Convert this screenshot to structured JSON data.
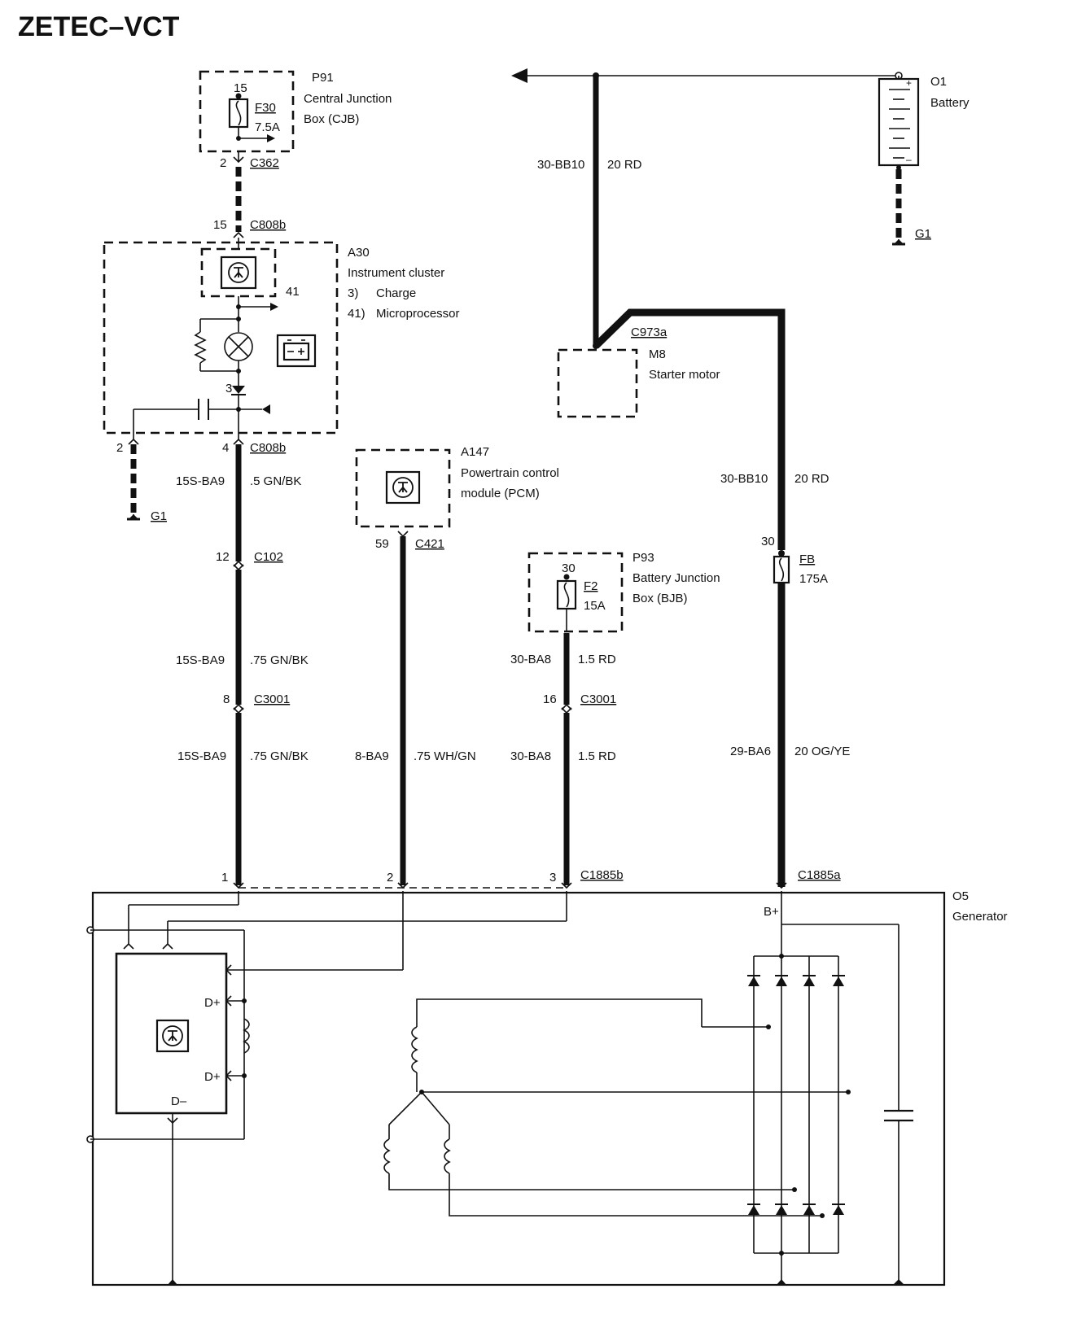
{
  "title": "ZETEC–VCT",
  "components": {
    "p91": {
      "id": "P91",
      "line1": "Central Junction",
      "line2": "Box (CJB)",
      "fuse_pin": "15",
      "fuse_name": "F30",
      "fuse_rating": "7.5A"
    },
    "o1": {
      "id": "O1",
      "name": "Battery"
    },
    "a30": {
      "id": "A30",
      "name": "Instrument cluster",
      "item3_num": "3)",
      "item3": "Charge",
      "item41_num": "41)",
      "item41": "Microprocessor",
      "pin41": "41",
      "pin3": "3"
    },
    "m8": {
      "id": "M8",
      "name": "Starter motor",
      "connector": "C973a"
    },
    "a147": {
      "id": "A147",
      "line1": "Powertrain control",
      "line2": "module (PCM)"
    },
    "p93": {
      "id": "P93",
      "line1": "Battery Junction",
      "line2": "Box (BJB)",
      "fuse_pin": "30",
      "fuse_name": "F2",
      "fuse_rating": "15A"
    },
    "fb": {
      "pin": "30",
      "name": "FB",
      "rating": "175A"
    },
    "o5": {
      "id": "O5",
      "name": "Generator",
      "b_plus": "B+",
      "d_plus": "D+",
      "d_minus": "D–"
    },
    "ground": "G1"
  },
  "connectors": {
    "c362": {
      "name": "C362",
      "pin": "2"
    },
    "c808b_top": {
      "name": "C808b",
      "pin": "15"
    },
    "c808b_bottom": {
      "name": "C808b",
      "pin": "4"
    },
    "ground_pin": "2",
    "c102": {
      "name": "C102",
      "pin": "12"
    },
    "c421": {
      "name": "C421",
      "pin": "59"
    },
    "c3001_left": {
      "name": "C3001",
      "pin": "8"
    },
    "c3001_right": {
      "name": "C3001",
      "pin": "16"
    },
    "c1885b": {
      "name": "C1885b",
      "pin1": "1",
      "pin2": "2",
      "pin3": "3"
    },
    "c1885a": {
      "name": "C1885a"
    }
  },
  "wires": {
    "bb10_top": {
      "circuit": "30-BB10",
      "spec": "20 RD"
    },
    "bb10_mid": {
      "circuit": "30-BB10",
      "spec": "20 RD"
    },
    "ba9_a": {
      "circuit": "15S-BA9",
      "spec": ".5 GN/BK"
    },
    "ba9_b": {
      "circuit": "15S-BA9",
      "spec": ".75 GN/BK"
    },
    "ba9_c": {
      "circuit": "15S-BA9",
      "spec": ".75 GN/BK"
    },
    "ba9_pcm": {
      "circuit": "8-BA9",
      "spec": ".75 WH/GN"
    },
    "ba8_a": {
      "circuit": "30-BA8",
      "spec": "1.5 RD"
    },
    "ba8_b": {
      "circuit": "30-BA8",
      "spec": "1.5 RD"
    },
    "ba6": {
      "circuit": "29-BA6",
      "spec": "20 OG/YE"
    }
  },
  "colors": {
    "ink": "#111111",
    "paper": "#ffffff"
  }
}
